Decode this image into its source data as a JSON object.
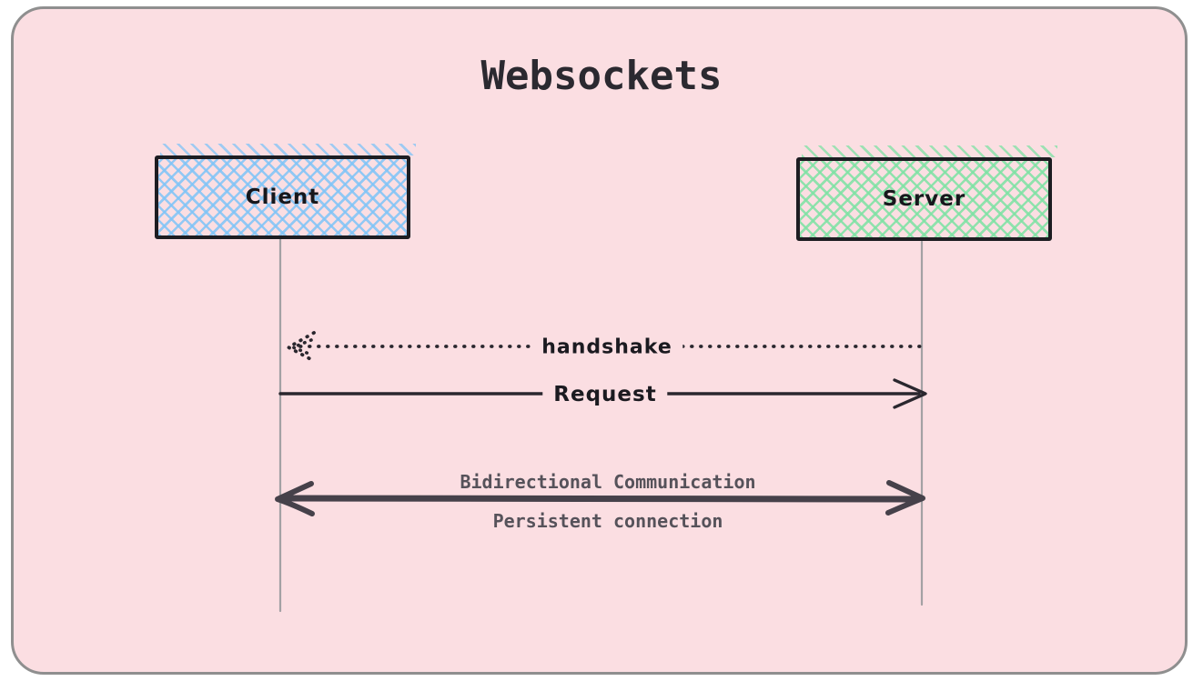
{
  "title": "Websockets",
  "diagram": {
    "actors": [
      {
        "label": "Client",
        "hatch_color": "#80c4f7"
      },
      {
        "label": "Server",
        "hatch_color": "#7ee2a4"
      }
    ],
    "messages": [
      {
        "label": "handshake",
        "style": "dotted",
        "from": "Server",
        "to": "Client",
        "direction": "left"
      },
      {
        "label": "Request",
        "style": "solid",
        "from": "Client",
        "to": "Server",
        "direction": "right"
      },
      {
        "label_top": "Bidirectional Communication",
        "label_bottom": "Persistent connection",
        "style": "thick",
        "direction": "both"
      }
    ]
  },
  "colors": {
    "page_background": "#ffffff",
    "frame_background": "#fbdee2",
    "frame_border": "#8f8f8f",
    "box_border": "#1d1d22",
    "client_hatch": "#80c4f7",
    "server_hatch": "#7ee2a4",
    "arrow_dark": "#2a272e",
    "arrow_thick": "#46414a",
    "label_gray": "#56525a",
    "lifeline": "#a3a1a4",
    "title_color": "#2b2930"
  }
}
